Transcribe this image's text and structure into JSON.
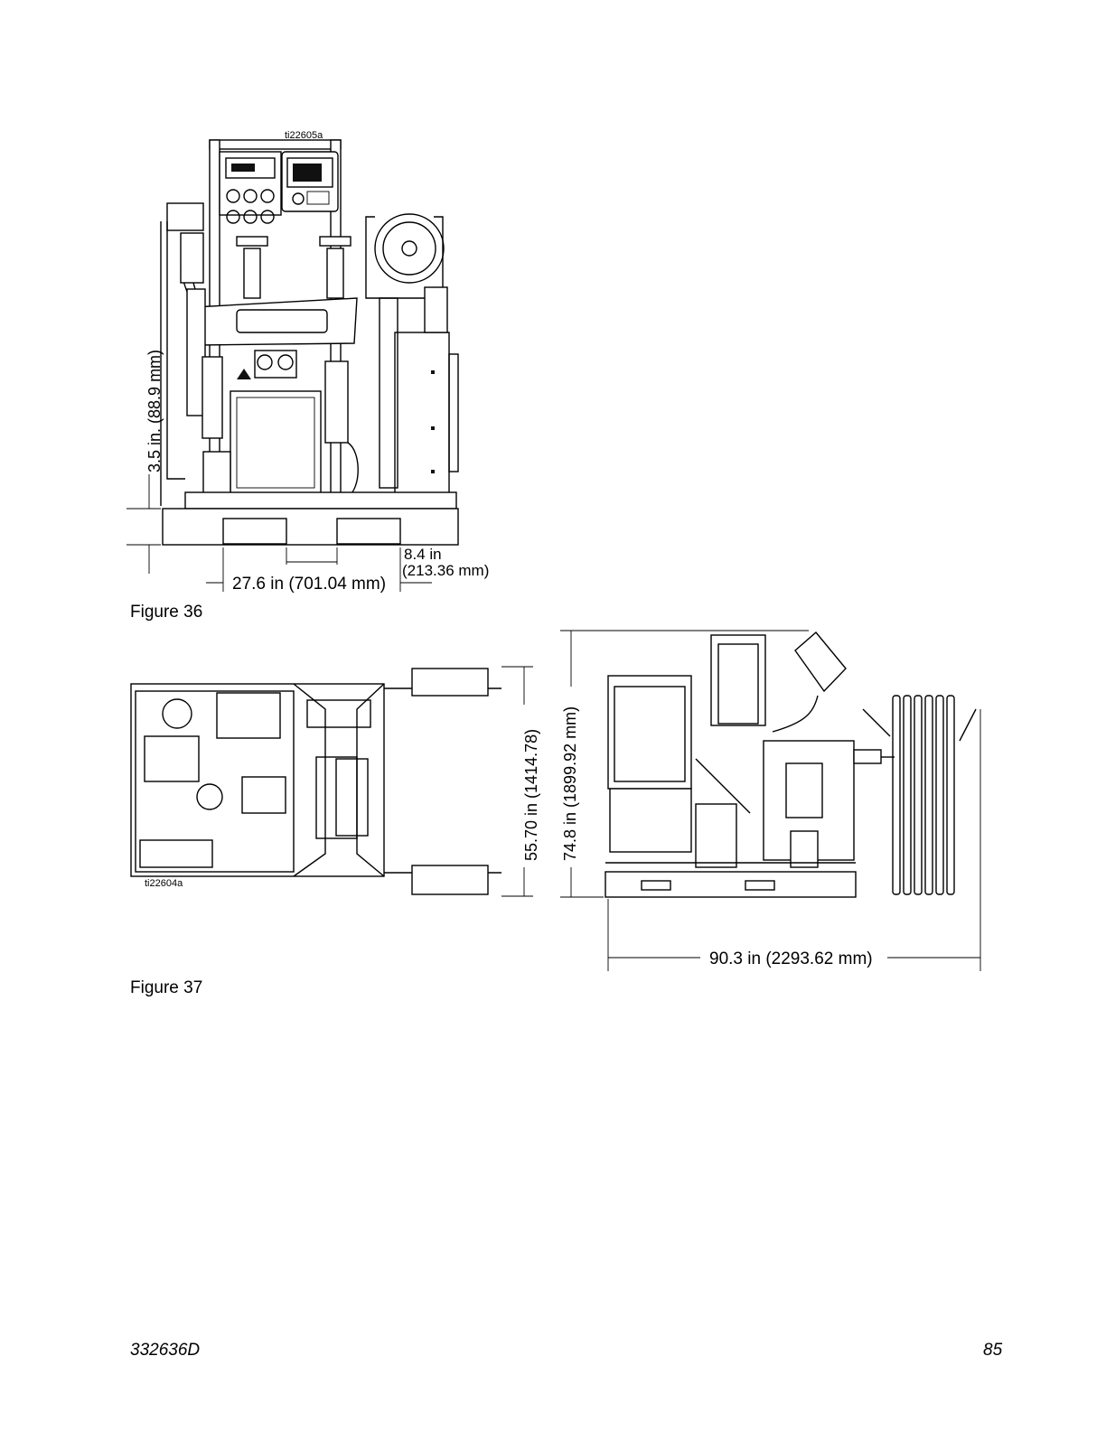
{
  "figure36": {
    "image_id": "ti22605a",
    "caption": "Figure 36",
    "dim_height": "3.5 in. (88.9 mm)",
    "dim_width": "27.6 in (701.04 mm)",
    "dim_offset_in": "8.4 in",
    "dim_offset_mm": "(213.36 mm)"
  },
  "figure37": {
    "image_id": "ti22604a",
    "caption": "Figure 37",
    "dim_depth": "55.70 in   (1414.78)",
    "dim_height": "74.8 in (1899.92 mm)",
    "dim_length": "90.3 in (2293.62 mm)"
  },
  "footer": {
    "doc_number": "332636D",
    "page_number": "85"
  }
}
